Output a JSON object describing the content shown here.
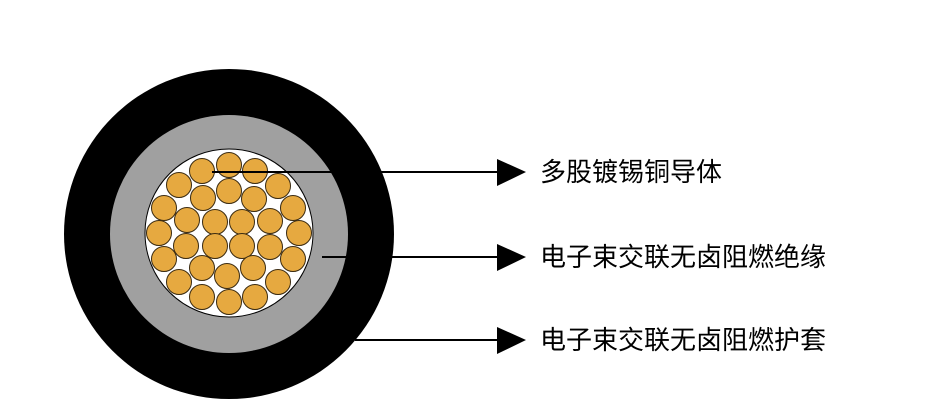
{
  "colors": {
    "jacket": "#000000",
    "insulation": "#a0a0a0",
    "core_background": "#ffffff",
    "strand": "#e6a940",
    "strand_outline": "#3a2a10"
  },
  "labels": [
    {
      "text": "多股镀锡铜导体",
      "target": "conductor"
    },
    {
      "text": "电子束交联无卤阻燃绝缘",
      "target": "insulation"
    },
    {
      "text": "电子束交联无卤阻燃护套",
      "target": "jacket"
    }
  ],
  "strand_count": 30
}
